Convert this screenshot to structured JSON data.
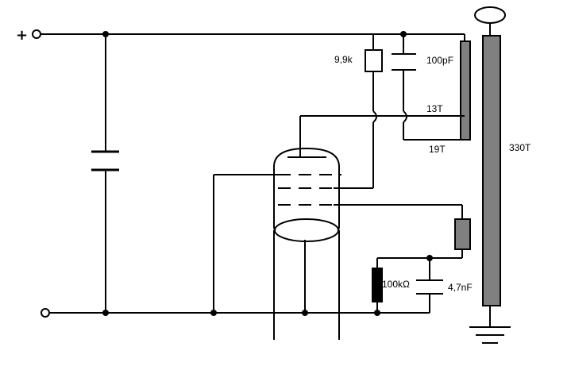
{
  "terminals": {
    "positive_label": "+"
  },
  "components": {
    "resistor_top": {
      "label": "9,9k"
    },
    "capacitor_top": {
      "label": "100pF"
    },
    "resistor_bottom": {
      "label": "100kΩ"
    },
    "capacitor_bottom": {
      "label": "4,7nF"
    }
  },
  "coil": {
    "tap_13": "13T",
    "tap_19": "19T",
    "main": "330T"
  },
  "colors": {
    "wire": "#000000",
    "coil_fill": "#808080",
    "background": "#ffffff"
  }
}
